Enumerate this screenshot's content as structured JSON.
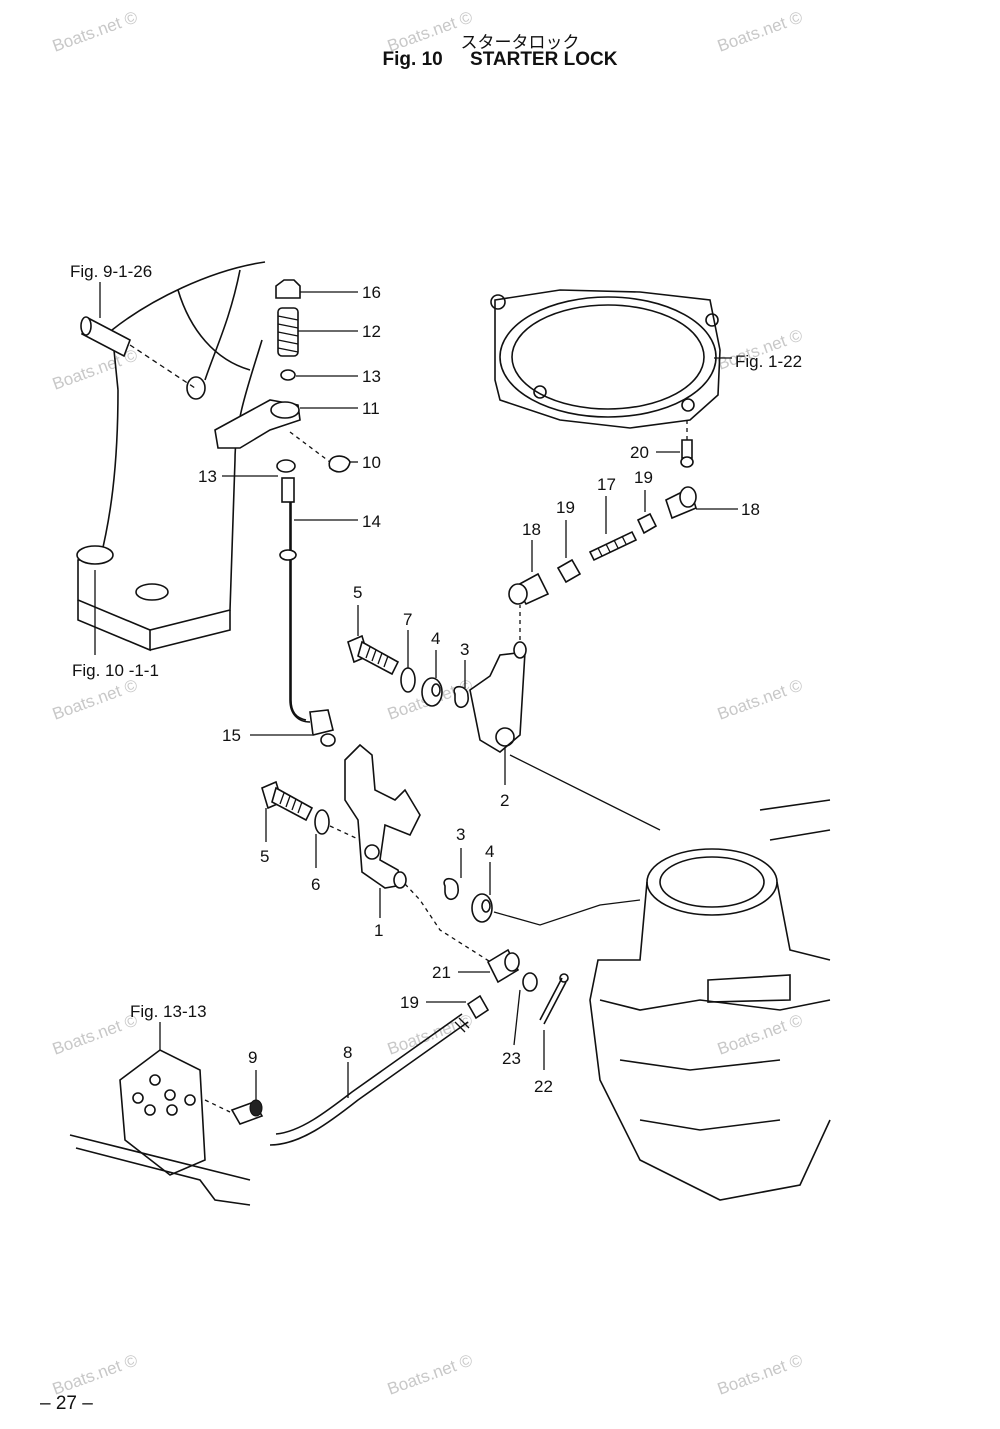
{
  "header": {
    "title_jp": "スタータロック",
    "fig_label": "Fig. 10",
    "title_en": "STARTER LOCK"
  },
  "watermark": "Boats.net ©",
  "page_number": "– 27 –",
  "references": {
    "fig_9_1_26": "Fig. 9-1-26",
    "fig_1_22": "Fig. 1-22",
    "fig_10_1_1": "Fig. 10 -1-1",
    "fig_13_13": "Fig. 13-13"
  },
  "callouts": {
    "c16": "16",
    "c12": "12",
    "c13a": "13",
    "c11": "11",
    "c10": "10",
    "c13b": "13",
    "c14": "14",
    "c20": "20",
    "c19a": "19",
    "c17": "17",
    "c18a": "18",
    "c19b": "19",
    "c18b": "18",
    "c5a": "5",
    "c7": "7",
    "c4a": "4",
    "c3a": "3",
    "c15": "15",
    "c2": "2",
    "c5b": "5",
    "c6": "6",
    "c3b": "3",
    "c4b": "4",
    "c1": "1",
    "c21": "21",
    "c19c": "19",
    "c23": "23",
    "c22": "22",
    "c8": "8",
    "c9": "9"
  }
}
